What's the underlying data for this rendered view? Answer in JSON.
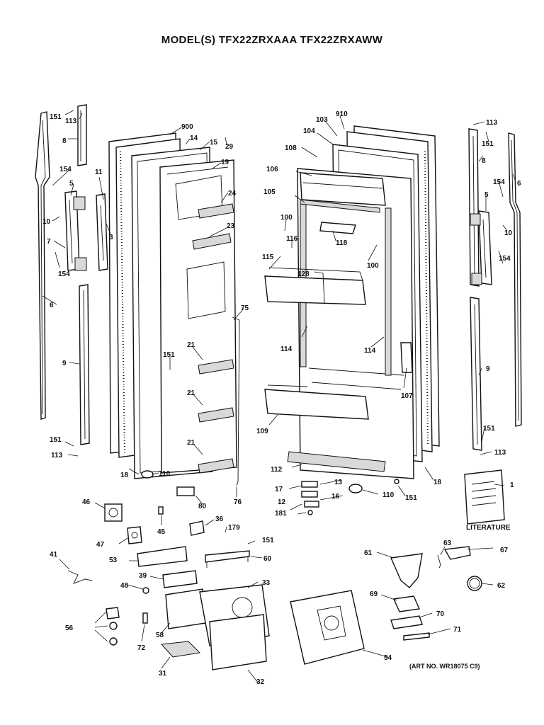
{
  "title": "MODEL(S) TFX22ZRXAAA  TFX22ZRXAWW",
  "literature_label": "LITERATURE",
  "art_number": "(ART NO. WR18075 C9)",
  "callouts": [
    "151",
    "113",
    "8",
    "154",
    "5",
    "11",
    "10",
    "3",
    "7",
    "154",
    "6",
    "9",
    "151",
    "113",
    "900",
    "14",
    "15",
    "29",
    "19",
    "24",
    "23",
    "75",
    "21",
    "151",
    "21",
    "21",
    "18",
    "110",
    "80",
    "76",
    "46",
    "45",
    "36",
    "179",
    "151",
    "47",
    "53",
    "60",
    "41",
    "39",
    "48",
    "33",
    "56",
    "58",
    "72",
    "31",
    "32",
    "910",
    "103",
    "104",
    "108",
    "106",
    "105",
    "100",
    "116",
    "118",
    "115",
    "128",
    "100",
    "114",
    "114",
    "107",
    "109",
    "112",
    "17",
    "13",
    "12",
    "16",
    "181",
    "110",
    "151",
    "18",
    "113",
    "151",
    "8",
    "154",
    "5",
    "10",
    "154",
    "6",
    "9",
    "151",
    "113",
    "1",
    "63",
    "61",
    "67",
    "62",
    "69",
    "70",
    "71",
    "54"
  ]
}
